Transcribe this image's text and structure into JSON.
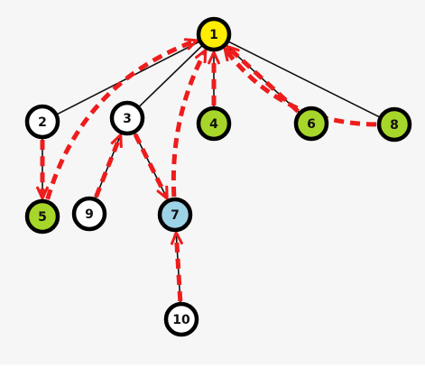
{
  "colors": {
    "arrow": "#ee1c1c",
    "node_white": "#ffffff",
    "node_yellow": "#ffee00",
    "node_green": "#a6d62a",
    "node_blue": "#9dd3e6",
    "tree_edge": "#111111"
  },
  "nodes": [
    {
      "id": "1",
      "label": "1",
      "fill": "yellow"
    },
    {
      "id": "2",
      "label": "2",
      "fill": "white"
    },
    {
      "id": "3",
      "label": "3",
      "fill": "white"
    },
    {
      "id": "4",
      "label": "4",
      "fill": "green"
    },
    {
      "id": "6",
      "label": "6",
      "fill": "green"
    },
    {
      "id": "8",
      "label": "8",
      "fill": "green"
    },
    {
      "id": "5",
      "label": "5",
      "fill": "green"
    },
    {
      "id": "9",
      "label": "9",
      "fill": "white"
    },
    {
      "id": "7",
      "label": "7",
      "fill": "blue"
    },
    {
      "id": "10",
      "label": "10",
      "fill": "white"
    }
  ],
  "tree_edges": [
    {
      "from": "1",
      "to": "2"
    },
    {
      "from": "1",
      "to": "3"
    },
    {
      "from": "1",
      "to": "4"
    },
    {
      "from": "1",
      "to": "6"
    },
    {
      "from": "1",
      "to": "8"
    },
    {
      "from": "2",
      "to": "5"
    },
    {
      "from": "3",
      "to": "9"
    },
    {
      "from": "3",
      "to": "7"
    },
    {
      "from": "7",
      "to": "10"
    }
  ],
  "arrows": [
    {
      "from": "2",
      "to": "5"
    },
    {
      "from": "5",
      "to": "1"
    },
    {
      "from": "9",
      "to": "3"
    },
    {
      "from": "3",
      "to": "7"
    },
    {
      "from": "7",
      "to": "1"
    },
    {
      "from": "10",
      "to": "7"
    },
    {
      "from": "4",
      "to": "1"
    },
    {
      "from": "6",
      "to": "1"
    },
    {
      "from": "8",
      "to": "1"
    }
  ]
}
